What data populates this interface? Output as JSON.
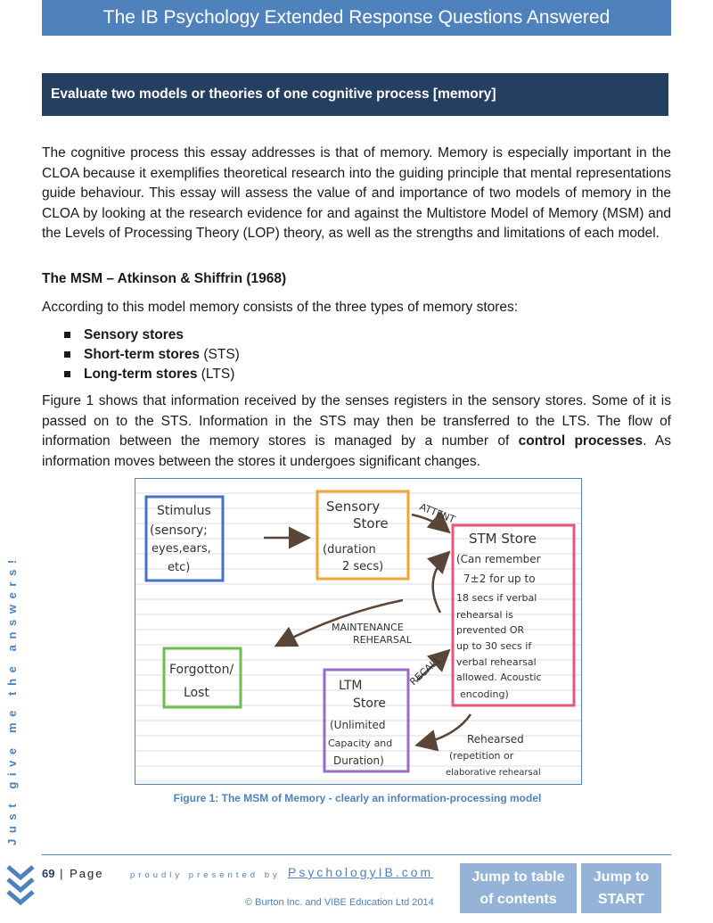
{
  "header": {
    "title": "The IB Psychology Extended Response Questions Answered"
  },
  "question": {
    "text": "Evaluate two models or theories of one cognitive process [memory]"
  },
  "essay": {
    "intro": "The cognitive process this essay addresses is that of memory. Memory is especially important in the CLOA because it exemplifies theoretical research into the guiding principle that mental representations guide behaviour. This essay will assess the value of and importance of two models of memory in the CLOA by looking at the research evidence for and against the Multistore Model of Memory (MSM) and the Levels of Processing Theory (LOP) theory, as well as the strengths and limitations of each model.",
    "msm_heading": "The MSM – Atkinson & Shiffrin (1968)",
    "msm_intro": "According to this model memory consists of the three types of memory stores:",
    "stores": [
      {
        "bold": "Sensory stores",
        "rest": ""
      },
      {
        "bold": "Short-term stores",
        "rest": " (STS)"
      },
      {
        "bold": "Long-term stores",
        "rest": " (LTS)"
      }
    ],
    "fig_para_a": "Figure 1 shows that information received by the senses registers in the sensory stores. Some of it is passed on to the STS. Information in the STS may then be transferred to the LTS. The flow of information between the memory stores is managed by a number of ",
    "fig_para_bold": "control processes",
    "fig_para_b": ". As information moves between the stores it undergoes significant changes."
  },
  "figure": {
    "stimulus": [
      "Stimulus",
      "(sensory;",
      "eyes,ears,",
      "etc)"
    ],
    "sensory": [
      "Sensory",
      "Store",
      "(duration",
      "2 secs)"
    ],
    "stm": [
      "STM Store",
      "(Can remember",
      "7±2 for up to",
      "18 secs if verbal",
      "rehearsal is",
      "prevented OR",
      "up to 30 secs if",
      "verbal rehearsal",
      "allowed. Acoustic",
      "encoding)"
    ],
    "forgotten": [
      "Forgotton/",
      "Lost"
    ],
    "ltm": [
      "LTM",
      "Store",
      "(Unlimited",
      "Capacity and",
      "Duration)"
    ],
    "attent": "ATTENT",
    "maintenance": [
      "MAINTENANCE",
      "REHEARSAL"
    ],
    "recall": "RECALL",
    "rehearsed": [
      "Rehearsed",
      "(repetition or",
      "elaborative rehearsal"
    ],
    "caption": "Figure 1: The MSM of Memory - clearly an information-processing model",
    "colors": {
      "stimulus": "#4a72c4",
      "sensory": "#f2a531",
      "stm": "#e8577a",
      "forgotten": "#6dbf4b",
      "ltm": "#9b6cc6",
      "arrows": "#5a4638"
    }
  },
  "sidebar": {
    "text": "Just give me the answers!"
  },
  "footer": {
    "page_number": "69",
    "page_label": "| Page",
    "presented": "proudly presented by",
    "site": "PsychologyIB.com",
    "copyright": "© Burton Inc. and VIBE Education Ltd 2014",
    "jump_toc": [
      "Jump to table",
      "of contents"
    ],
    "jump_start": [
      "Jump to",
      "START"
    ]
  }
}
